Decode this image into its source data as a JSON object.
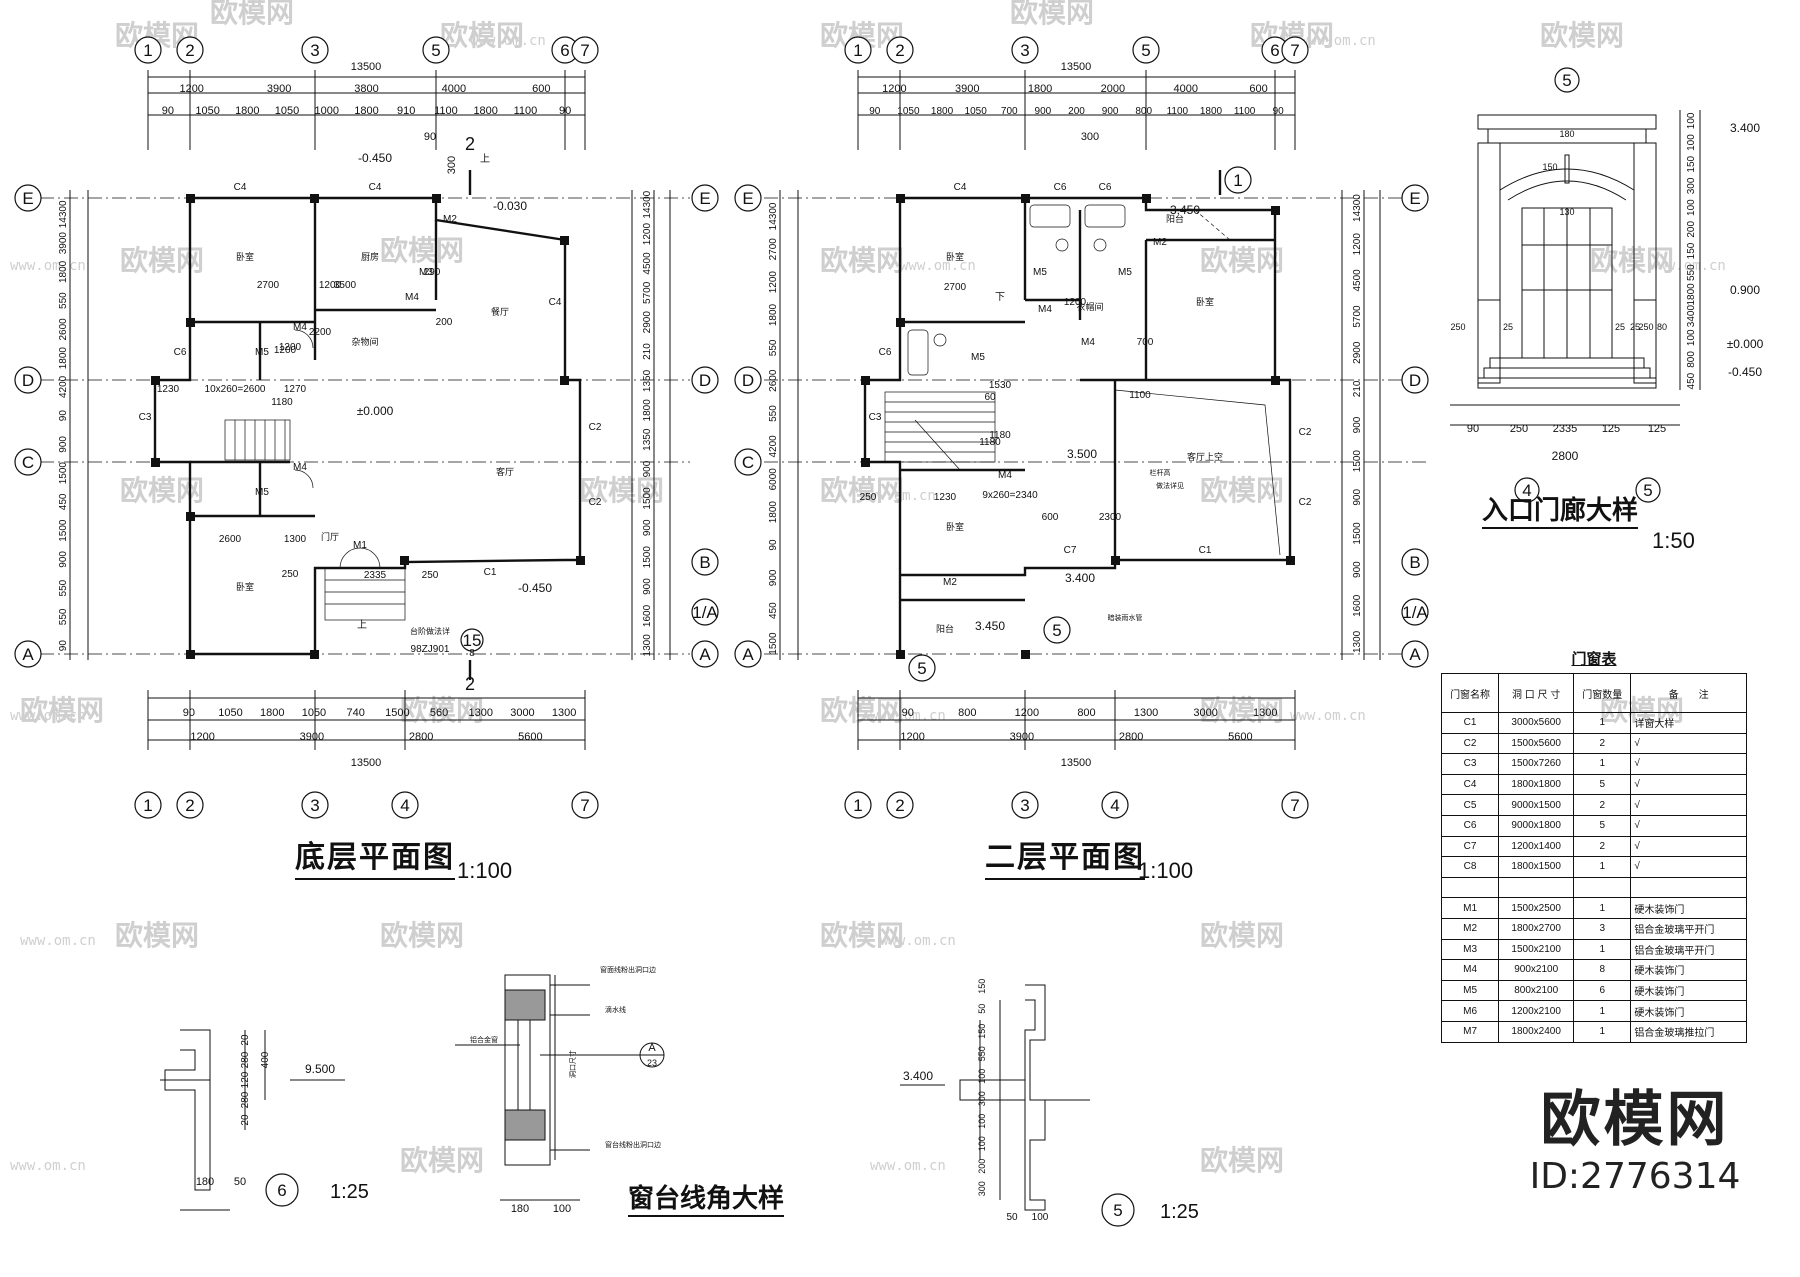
{
  "watermark": {
    "brand": "欧模网",
    "url": "www.om.cn",
    "url_short": "om.cn"
  },
  "brand_logo": {
    "name": "欧模网",
    "id": "ID:2776314"
  },
  "colors": {
    "line": "#111111",
    "watermark": "#cfcfcf",
    "paper": "#ffffff"
  },
  "ground_floor": {
    "title": "底层平面图",
    "scale": "1:100",
    "axes_top": [
      "1",
      "2",
      "3",
      "5",
      "6",
      "7"
    ],
    "axes_bottom": [
      "1",
      "2",
      "3",
      "4",
      "7"
    ],
    "axes_left": [
      "E",
      "D",
      "C",
      "A"
    ],
    "axes_right": [
      "E",
      "D",
      "B",
      "1/A",
      "A"
    ],
    "dim_total": "13500",
    "dim_top_row1": [
      "1200",
      "3900",
      "3800",
      "4000",
      "600"
    ],
    "dim_top_row2": [
      "90",
      "1050",
      "1800",
      "1050",
      "1000",
      "1800",
      "910",
      "1100",
      "1800",
      "1100",
      "90"
    ],
    "dim_top_extra": [
      "90",
      "300"
    ],
    "dim_bottom_row1": [
      "90",
      "1050",
      "1800",
      "1050",
      "740",
      "1500",
      "560",
      "1300",
      "3000",
      "1300"
    ],
    "dim_bottom_row2": [
      "1200",
      "3900",
      "2800",
      "5600"
    ],
    "dim_left": [
      "14300",
      "3900",
      "1800",
      "550",
      "2600",
      "1800",
      "4200",
      "90",
      "900",
      "1500",
      "450",
      "1500",
      "900",
      "550",
      "550",
      "90"
    ],
    "dim_right": [
      "14300",
      "1200",
      "4500",
      "5700",
      "2900",
      "210",
      "1350",
      "1800",
      "1350",
      "900",
      "1500",
      "900",
      "1500",
      "900",
      "1600",
      "1300"
    ],
    "rooms": [
      "卧室",
      "厨房",
      "餐厅",
      "杂物间",
      "客厅",
      "门厅",
      "卧室"
    ],
    "labels": [
      "C4",
      "C4",
      "C6",
      "C3",
      "C2",
      "C2",
      "C4",
      "C1",
      "M1",
      "M2",
      "M3",
      "M4",
      "M4",
      "M4",
      "M5",
      "M5",
      "2700",
      "1200",
      "2600",
      "1300",
      "1200",
      "2200",
      "3500",
      "250",
      "2335",
      "250",
      "1230",
      "10x260=2600",
      "1270",
      "1180",
      "1200",
      "290",
      "200",
      "上",
      "上"
    ],
    "levels": [
      "-0.450",
      "-0.030",
      "±0.000",
      "-0.450"
    ],
    "section": "2",
    "note": "台阶做法详",
    "note_ref": "98ZJ901",
    "detail_ref": "15",
    "detail_ref_b": "8"
  },
  "upper_floor": {
    "title": "二层平面图",
    "scale": "1:100",
    "axes_top": [
      "1",
      "2",
      "3",
      "5",
      "6",
      "7"
    ],
    "axes_bottom": [
      "1",
      "2",
      "3",
      "4",
      "7"
    ],
    "axes_left": [
      "E",
      "D",
      "C",
      "A"
    ],
    "axes_right": [
      "E",
      "D",
      "B",
      "1/A",
      "A"
    ],
    "dim_total": "13500",
    "dim_top_row1": [
      "1200",
      "3900",
      "1800",
      "2000",
      "4000",
      "600"
    ],
    "dim_top_row2": [
      "90",
      "1050",
      "1800",
      "1050",
      "700",
      "900",
      "200",
      "900",
      "800",
      "1100",
      "1800",
      "1100",
      "90"
    ],
    "dim_top_extra": [
      "300"
    ],
    "dim_bottom_row1": [
      "90",
      "800",
      "1200",
      "800",
      "1300",
      "3000",
      "1300"
    ],
    "dim_bottom_row2": [
      "1200",
      "3900",
      "2800",
      "5600"
    ],
    "dim_left": [
      "14300",
      "2700",
      "1200",
      "1800",
      "550",
      "2600",
      "550",
      "4200",
      "6000",
      "1800",
      "90",
      "900",
      "450",
      "1500"
    ],
    "dim_right": [
      "14300",
      "1200",
      "4500",
      "5700",
      "2900",
      "210",
      "900",
      "1500",
      "900",
      "1500",
      "900",
      "1600",
      "1300"
    ],
    "rooms": [
      "卧室",
      "阳台",
      "卧室",
      "衣帽间",
      "卧室",
      "客厅上空",
      "阳台"
    ],
    "labels": [
      "C4",
      "C6",
      "C6",
      "C6",
      "C3",
      "C2",
      "C2",
      "C7",
      "C1",
      "M2",
      "M2",
      "M4",
      "M4",
      "M4",
      "M5",
      "M5",
      "M5",
      "2700",
      "1200",
      "700",
      "1100",
      "600",
      "2300",
      "250",
      "1230",
      "9x260=2340",
      "1530",
      "1180",
      "1180",
      "60",
      "下"
    ],
    "levels": [
      "3.450",
      "3.500",
      "3.400",
      "3.450"
    ],
    "callouts": [
      "1",
      "5",
      "5"
    ],
    "notes": [
      "栏杆高",
      "做法详见",
      "暗装雨水管"
    ]
  },
  "porch_detail": {
    "title": "入口门廊大样",
    "scale": "1:50",
    "axes": [
      "4",
      "5"
    ],
    "top_axis": "5",
    "dims_right": [
      "100",
      "100",
      "150",
      "300",
      "100",
      "200",
      "150",
      "550",
      "1800",
      "3400",
      "100",
      "800",
      "450"
    ],
    "levels": [
      "3.400",
      "0.900",
      "±0.000",
      "-0.450"
    ],
    "dims_bottom": [
      "90",
      "250",
      "2335",
      "125",
      "125",
      "2800"
    ],
    "small": [
      "180",
      "150",
      "130",
      "250",
      "25",
      "25",
      "25",
      "250",
      "80"
    ]
  },
  "window_table": {
    "title": "门窗表",
    "headers": [
      "门窗名称",
      "洞 口 尺 寸",
      "门窗数量",
      "备　　注"
    ],
    "rows": [
      [
        "C1",
        "3000x5600",
        "1",
        "详窗大样"
      ],
      [
        "C2",
        "1500x5600",
        "2",
        "√"
      ],
      [
        "C3",
        "1500x7260",
        "1",
        "√"
      ],
      [
        "C4",
        "1800x1800",
        "5",
        "√"
      ],
      [
        "C5",
        "9000x1500",
        "2",
        "√"
      ],
      [
        "C6",
        "9000x1800",
        "5",
        "√"
      ],
      [
        "C7",
        "1200x1400",
        "2",
        "√"
      ],
      [
        "C8",
        "1800x1500",
        "1",
        "√"
      ],
      [
        "",
        "",
        "",
        ""
      ],
      [
        "M1",
        "1500x2500",
        "1",
        "硬木装饰门"
      ],
      [
        "M2",
        "1800x2700",
        "3",
        "铝合金玻璃平开门"
      ],
      [
        "M3",
        "1500x2100",
        "1",
        "铝合金玻璃平开门"
      ],
      [
        "M4",
        "900x2100",
        "8",
        "硬木装饰门"
      ],
      [
        "M5",
        "800x2100",
        "6",
        "硬木装饰门"
      ],
      [
        "M6",
        "1200x2100",
        "1",
        "硬木装饰门"
      ],
      [
        "M7",
        "1800x2400",
        "1",
        "铝合金玻璃推拉门"
      ]
    ]
  },
  "detail6": {
    "num": "6",
    "scale": "1:25",
    "dims": [
      "20",
      "280",
      "120",
      "280",
      "20",
      "400",
      "180",
      "50"
    ],
    "level": "9.500"
  },
  "sill_detail": {
    "title": "窗台线角大样",
    "dims": [
      "180",
      "100"
    ],
    "notes": [
      "窗面线粉出洞口边",
      "铝合金窗",
      "滴水线",
      "洞口尺寸",
      "窗台线粉出洞口边"
    ],
    "ref": "A",
    "ref2": "23"
  },
  "detail5": {
    "num": "5",
    "scale": "1:25",
    "dims": [
      "150",
      "50",
      "150",
      "550",
      "100",
      "300",
      "100",
      "100",
      "200",
      "300",
      "50",
      "100"
    ],
    "level": "3.400"
  }
}
